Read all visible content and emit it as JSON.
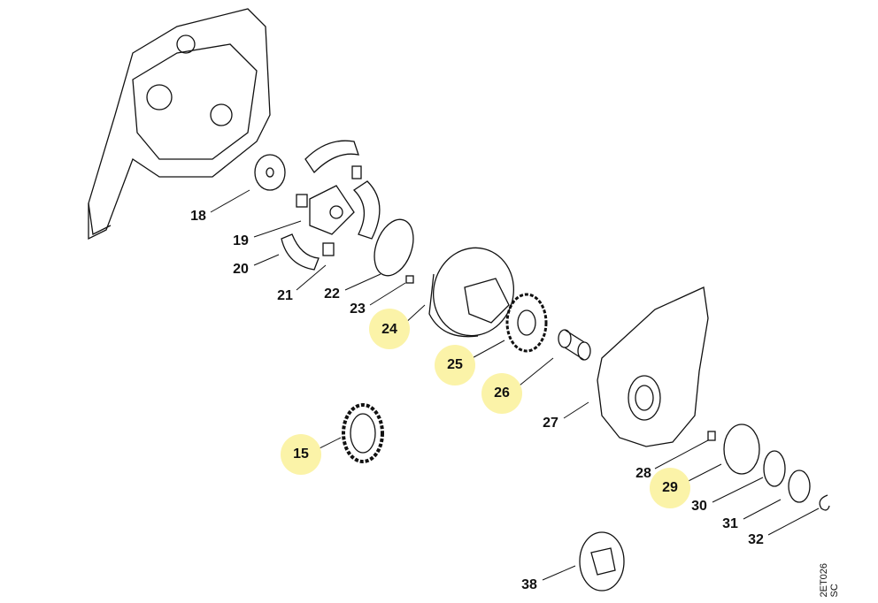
{
  "callouts": [
    {
      "id": "18",
      "text": "18",
      "highlighted": false
    },
    {
      "id": "19",
      "text": "19",
      "highlighted": false
    },
    {
      "id": "20",
      "text": "20",
      "highlighted": false
    },
    {
      "id": "21",
      "text": "21",
      "highlighted": false
    },
    {
      "id": "22",
      "text": "22",
      "highlighted": false
    },
    {
      "id": "23",
      "text": "23",
      "highlighted": false
    },
    {
      "id": "24",
      "text": "24",
      "highlighted": true
    },
    {
      "id": "25",
      "text": "25",
      "highlighted": true
    },
    {
      "id": "26",
      "text": "26",
      "highlighted": true
    },
    {
      "id": "27",
      "text": "27",
      "highlighted": false
    },
    {
      "id": "15",
      "text": "15",
      "highlighted": true
    },
    {
      "id": "28",
      "text": "28",
      "highlighted": false
    },
    {
      "id": "29",
      "text": "29",
      "highlighted": true
    },
    {
      "id": "30",
      "text": "30",
      "highlighted": false
    },
    {
      "id": "31",
      "text": "31",
      "highlighted": false
    },
    {
      "id": "32",
      "text": "32",
      "highlighted": false
    },
    {
      "id": "38",
      "text": "38",
      "highlighted": false
    }
  ],
  "drawing_code": "2ET026 SC",
  "colors": {
    "highlight": "#fbf3a8",
    "line": "#111111"
  }
}
